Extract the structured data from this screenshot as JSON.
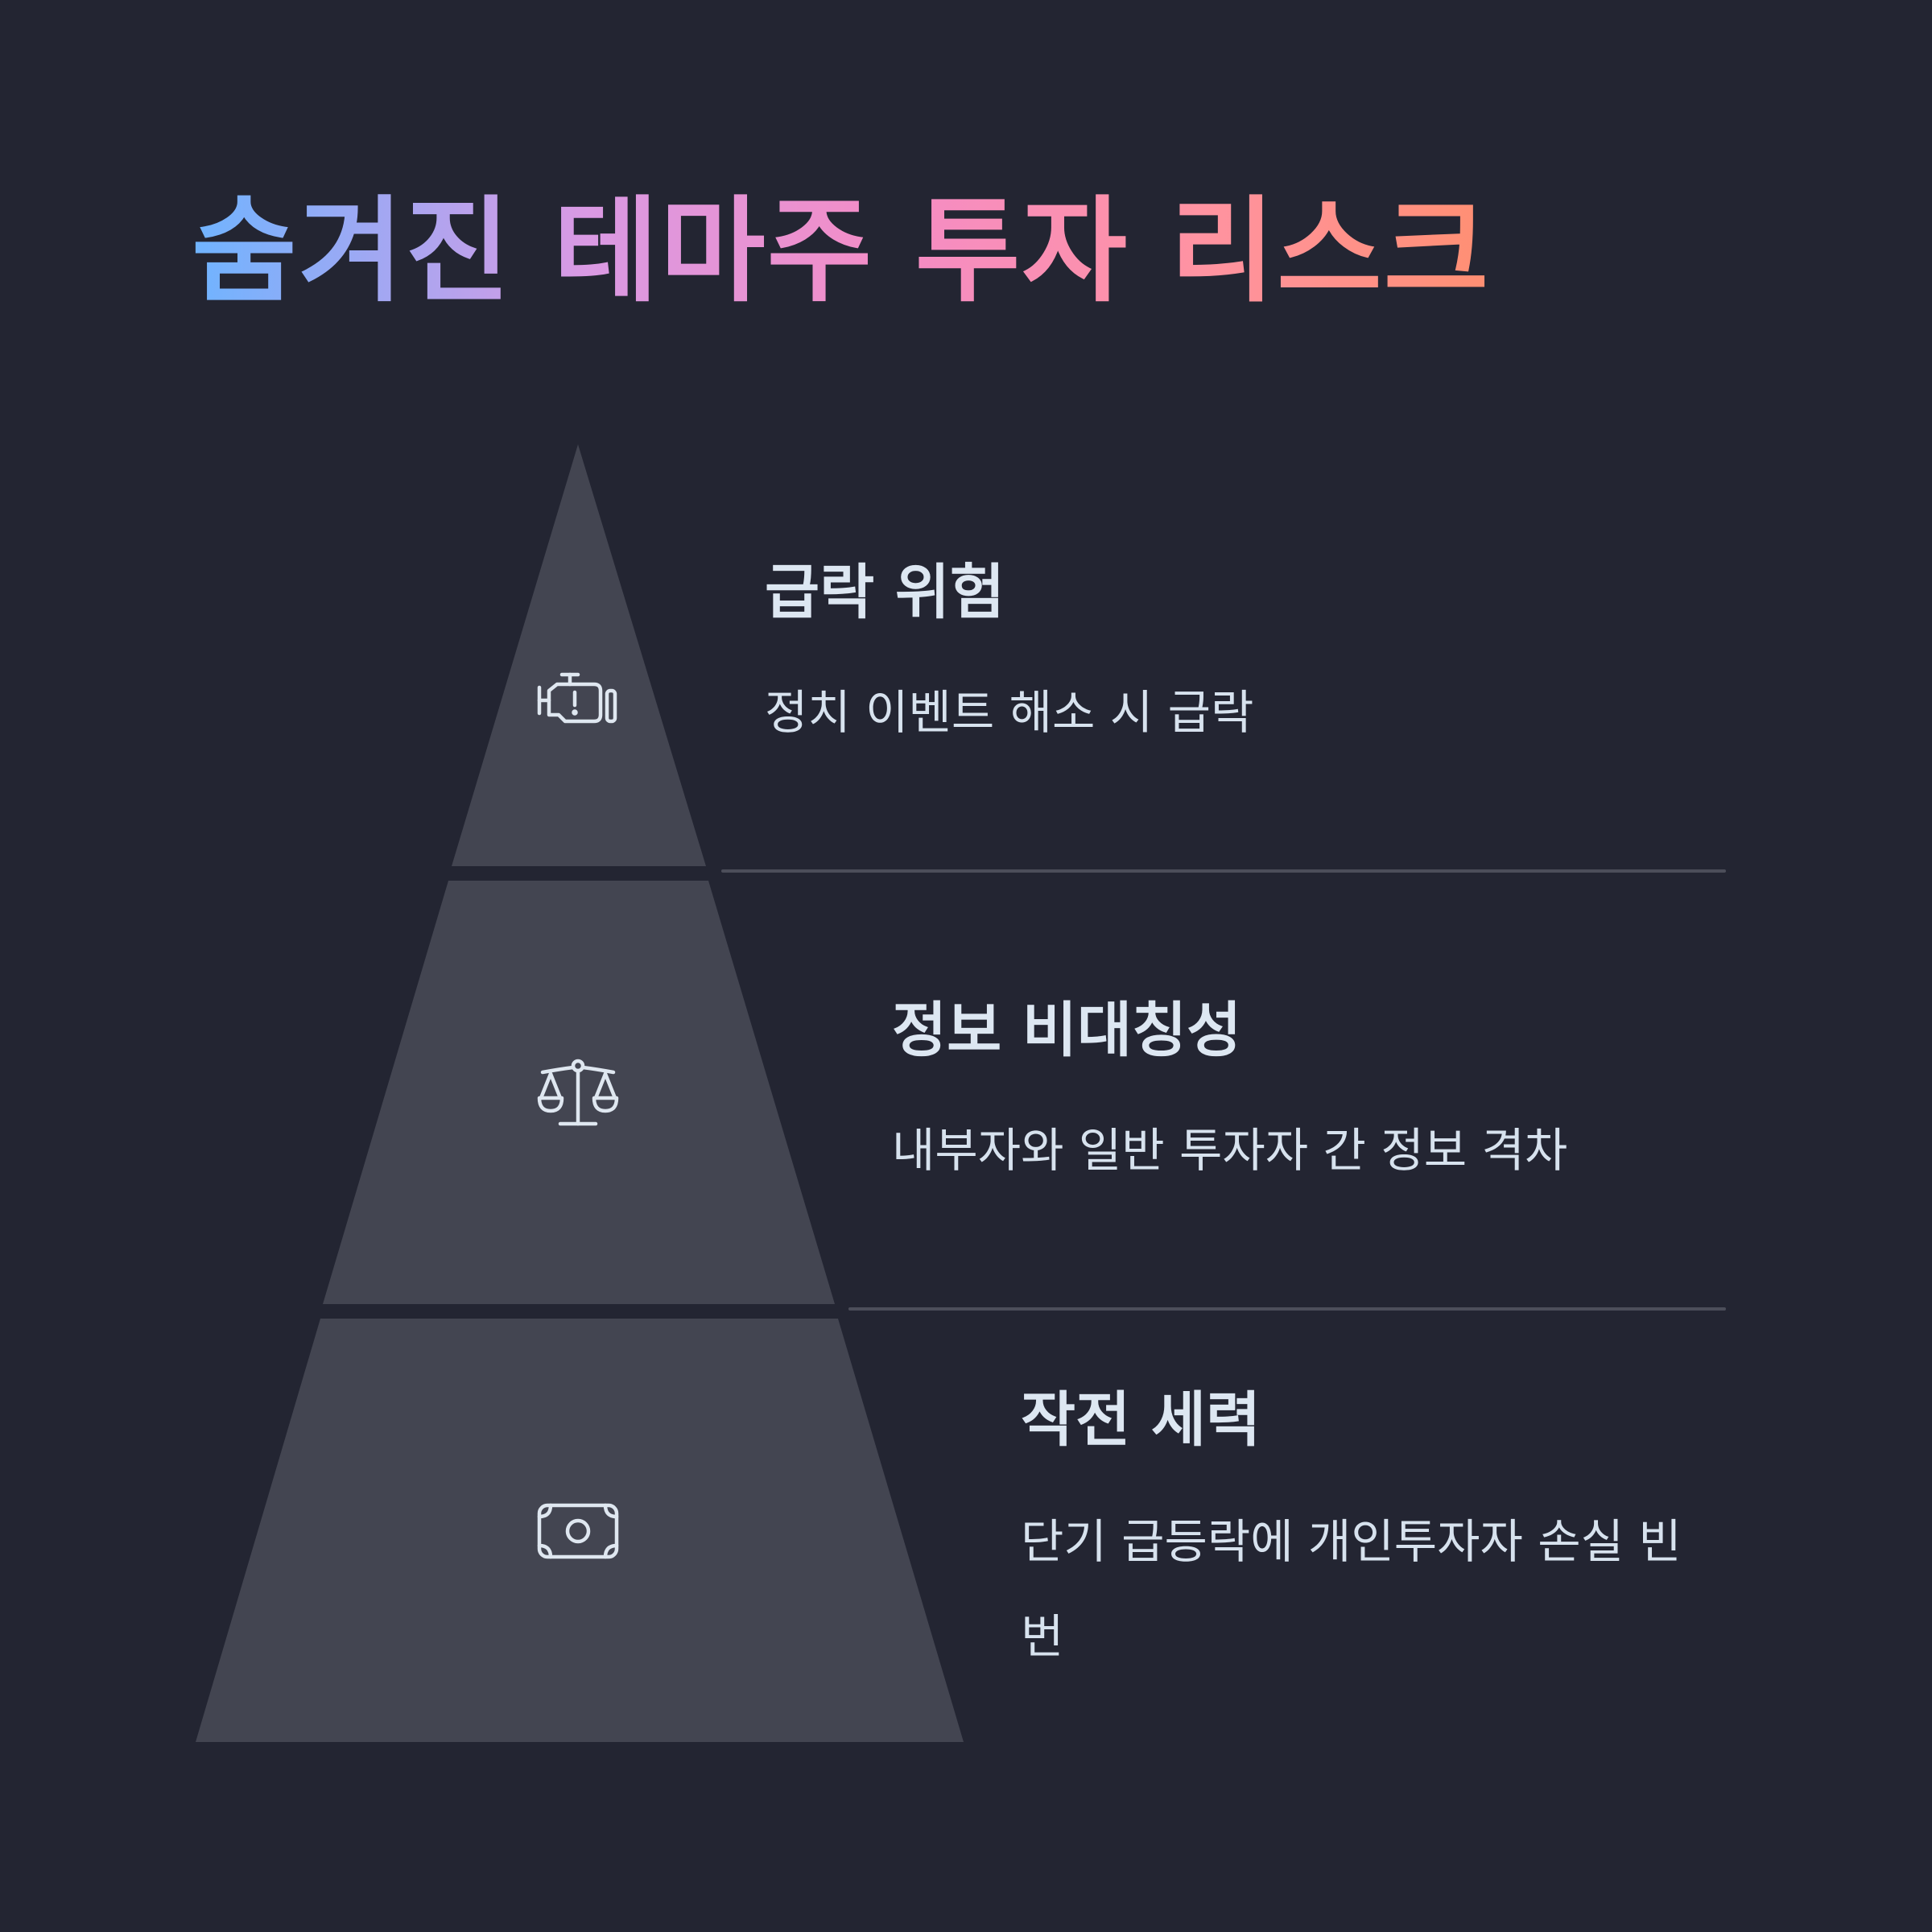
{
  "title": "숨겨진 테마주 투자 리스크",
  "colors": {
    "background": "#232532",
    "tier_fill": "#434551",
    "divider": "#4c4e5a",
    "text": "#dde7f2",
    "title_gradient": [
      "#6fb4ff",
      "#d99ae4",
      "#f58cc4",
      "#ff93a1",
      "#ff8f72"
    ]
  },
  "tiers": [
    {
      "title": "급락 위험",
      "description": "정치 이벤트 해소 시 급락",
      "icon": "engine-warning-icon"
    },
    {
      "title": "정보 비대칭성",
      "description": "내부자와 일반 투자자 간 정보 격차",
      "icon": "balance-scale-icon"
    },
    {
      "title": "작전 세력",
      "description": "단기 급등락에 개인투자자 손실 빈번",
      "icon": "banknote-icon"
    }
  ]
}
